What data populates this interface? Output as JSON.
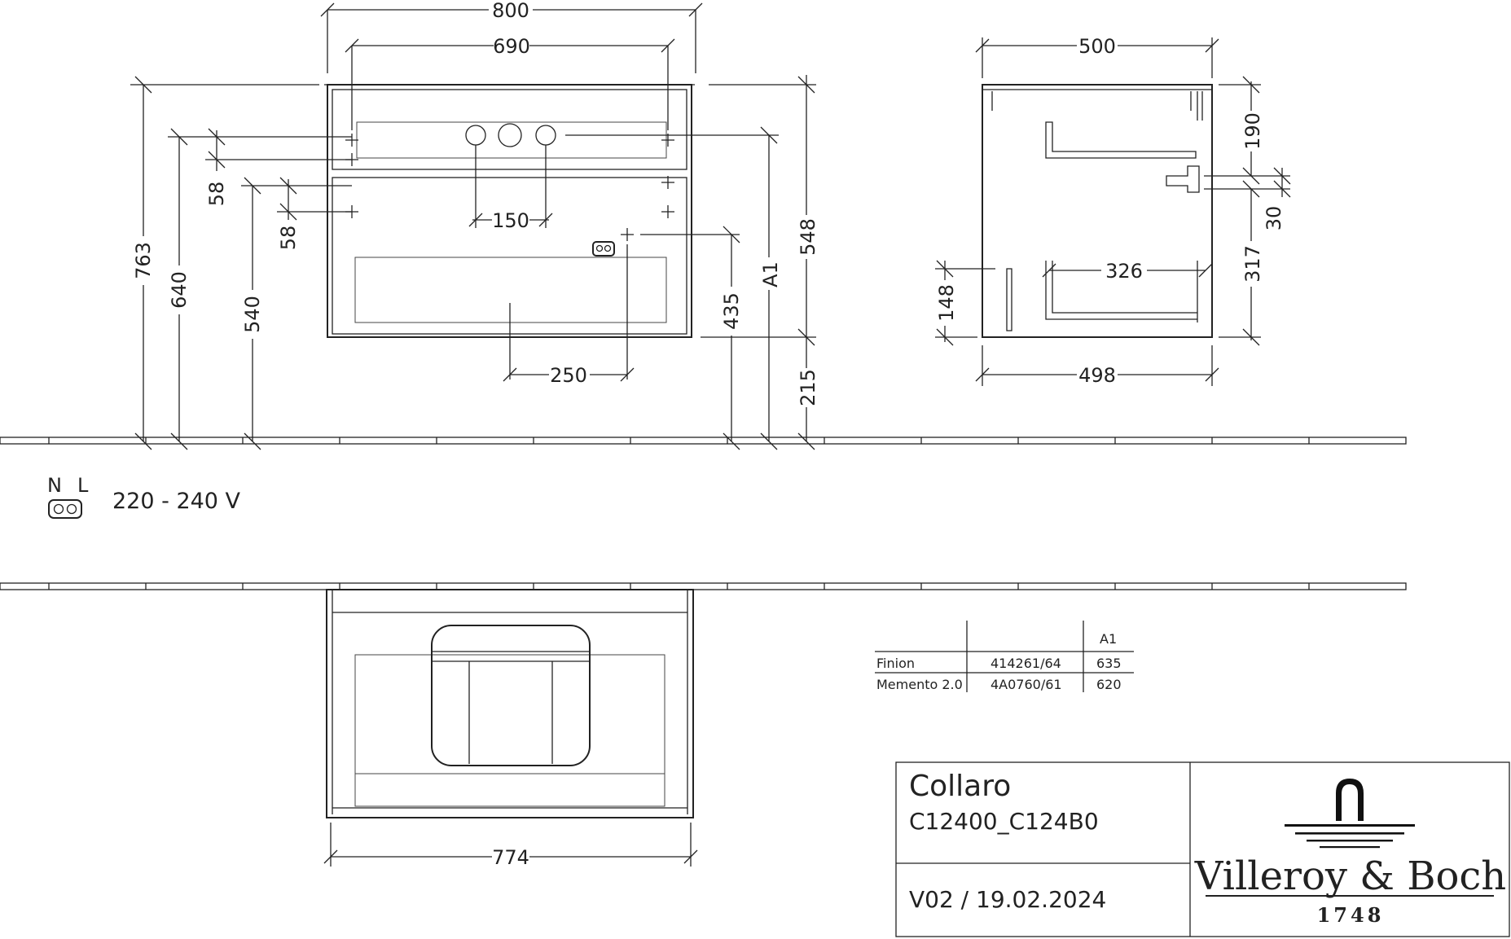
{
  "dimensions": {
    "front_width": "800",
    "front_inner_width": "690",
    "siphon_spacing": "150",
    "socket_offset": "250",
    "overall_height": "763",
    "height_640": "640",
    "height_540": "540",
    "height_58_upper": "58",
    "height_58_lower": "58",
    "height_435": "435",
    "dim_A1": "A1",
    "cabinet_height": "548",
    "floor_clearance": "215",
    "side_depth": "500",
    "side_depth_inner": "498",
    "side_190": "190",
    "side_30": "30",
    "side_317": "317",
    "side_326": "326",
    "side_148": "148",
    "bottom_width": "774"
  },
  "electrical": {
    "neutral_label": "N",
    "live_label": "L",
    "voltage": "220 - 240 V"
  },
  "variants_table": {
    "header": [
      "",
      "",
      "A1"
    ],
    "rows": [
      [
        "Finion",
        "414261/64",
        "635"
      ],
      [
        "Memento 2.0",
        "4A0760/61",
        "620"
      ]
    ]
  },
  "title_block": {
    "product_name": "Collaro",
    "article_codes": "C12400_C124B0",
    "version_date": "V02 / 19.02.2024",
    "brand_name": "Villeroy & Boch",
    "brand_year": "1748"
  }
}
